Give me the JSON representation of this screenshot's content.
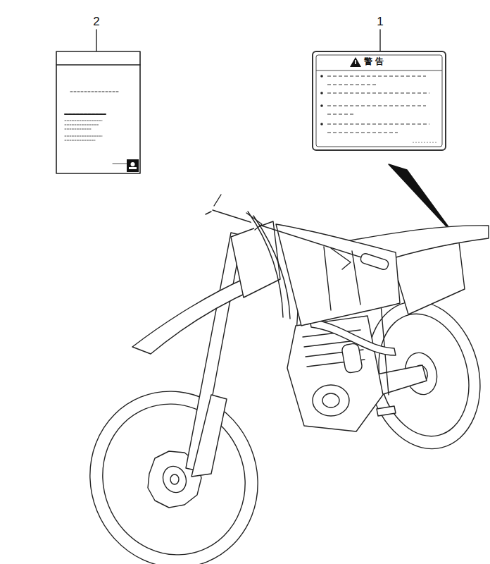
{
  "diagram": {
    "nodes": [
      {
        "text": [
          "警 告"
        ]
      }
    ],
    "labels": [
      "2",
      "1"
    ]
  }
}
